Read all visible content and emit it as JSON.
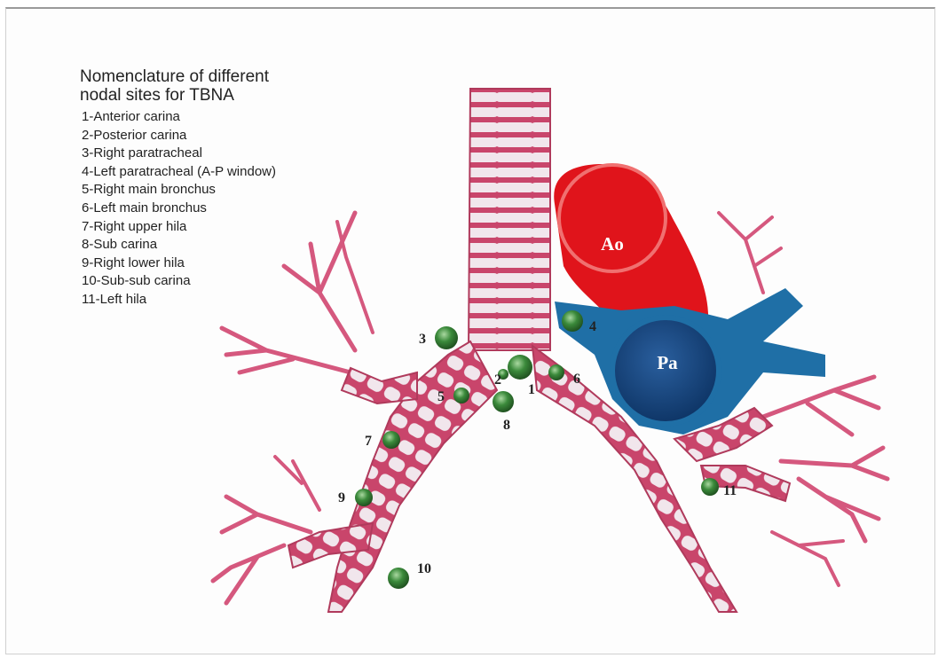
{
  "legend": {
    "title_line1": "Nomenclature of different",
    "title_line2": "nodal sites for TBNA",
    "items": [
      "1-Anterior carina",
      "2-Posterior carina",
      "3-Right paratracheal",
      "4-Left paratracheal (A-P window)",
      "5-Right main bronchus",
      "6-Left main bronchus",
      "7-Right upper hila",
      "8-Sub carina",
      "9-Right lower hila",
      "10-Sub-sub carina",
      "11-Left hila"
    ]
  },
  "vessels": {
    "aorta": "Ao",
    "pulmonary_artery": "Pa"
  },
  "nodes": [
    {
      "label": "1"
    },
    {
      "label": "2"
    },
    {
      "label": "3"
    },
    {
      "label": "4"
    },
    {
      "label": "5"
    },
    {
      "label": "6"
    },
    {
      "label": "7"
    },
    {
      "label": "8"
    },
    {
      "label": "9"
    },
    {
      "label": "10"
    },
    {
      "label": "11"
    }
  ],
  "colors": {
    "airway_ring": "#c9456b",
    "cartilage": "#f1e6ec",
    "aorta": "#e0141b",
    "pulmonary_artery": "#1f6fa6",
    "lymph_node": "#2f6e2f",
    "lung_vessels": "#d5587e"
  }
}
